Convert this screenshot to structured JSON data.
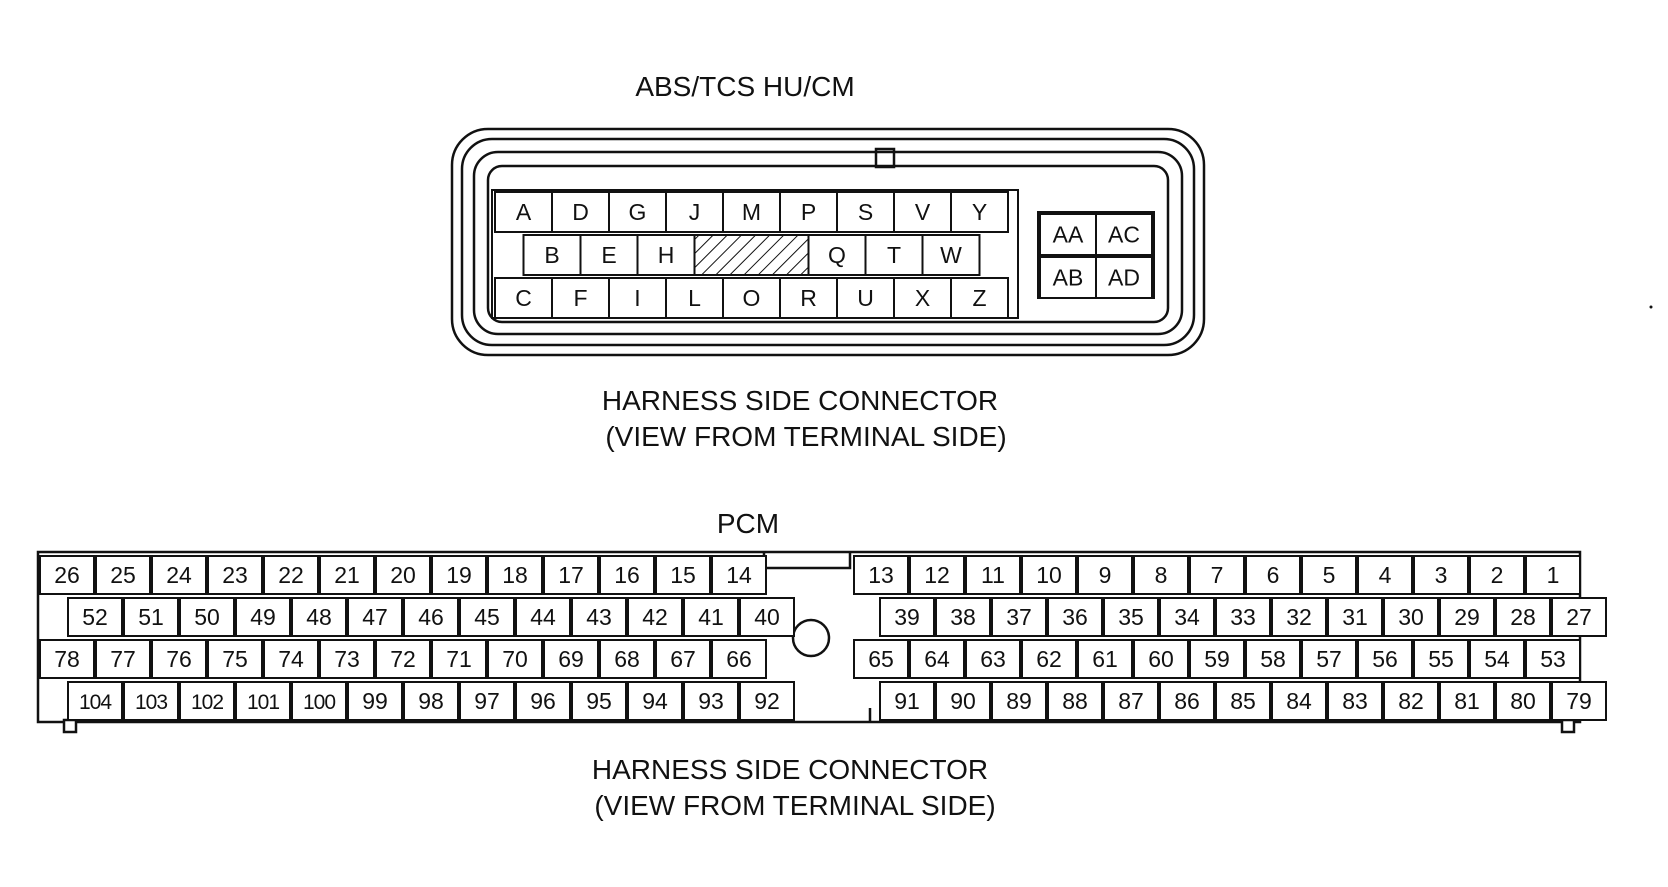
{
  "abs_connector": {
    "title": "ABS/TCS HU/CM",
    "caption_line1": "HARNESS SIDE CONNECTOR",
    "caption_line2": "(VIEW FROM TERMINAL SIDE)",
    "main_pins": {
      "row1": [
        "A",
        "D",
        "G",
        "J",
        "M",
        "P",
        "S",
        "V",
        "Y"
      ],
      "row2": [
        "B",
        "E",
        "H",
        "",
        "",
        "Q",
        "T",
        "W"
      ],
      "row3": [
        "C",
        "F",
        "I",
        "L",
        "O",
        "R",
        "U",
        "X",
        "Z"
      ]
    },
    "side_pins": {
      "top": [
        "AA",
        "AC"
      ],
      "bottom": [
        "AB",
        "AD"
      ]
    }
  },
  "pcm_connector": {
    "title": "PCM",
    "caption_line1": "HARNESS SIDE CONNECTOR",
    "caption_line2": "(VIEW FROM TERMINAL SIDE)",
    "left_rows": [
      [
        "26",
        "25",
        "24",
        "23",
        "22",
        "21",
        "20",
        "19",
        "18",
        "17",
        "16",
        "15",
        "14"
      ],
      [
        "52",
        "51",
        "50",
        "49",
        "48",
        "47",
        "46",
        "45",
        "44",
        "43",
        "42",
        "41",
        "40"
      ],
      [
        "78",
        "77",
        "76",
        "75",
        "74",
        "73",
        "72",
        "71",
        "70",
        "69",
        "68",
        "67",
        "66"
      ],
      [
        "104",
        "103",
        "102",
        "101",
        "100",
        "99",
        "98",
        "97",
        "96",
        "95",
        "94",
        "93",
        "92"
      ]
    ],
    "right_rows": [
      [
        "13",
        "12",
        "11",
        "10",
        "9",
        "8",
        "7",
        "6",
        "5",
        "4",
        "3",
        "2",
        "1"
      ],
      [
        "39",
        "38",
        "37",
        "36",
        "35",
        "34",
        "33",
        "32",
        "31",
        "30",
        "29",
        "28",
        "27"
      ],
      [
        "65",
        "64",
        "63",
        "62",
        "61",
        "60",
        "59",
        "58",
        "57",
        "56",
        "55",
        "54",
        "53"
      ],
      [
        "91",
        "90",
        "89",
        "88",
        "87",
        "86",
        "85",
        "84",
        "83",
        "82",
        "81",
        "80",
        "79"
      ]
    ]
  }
}
